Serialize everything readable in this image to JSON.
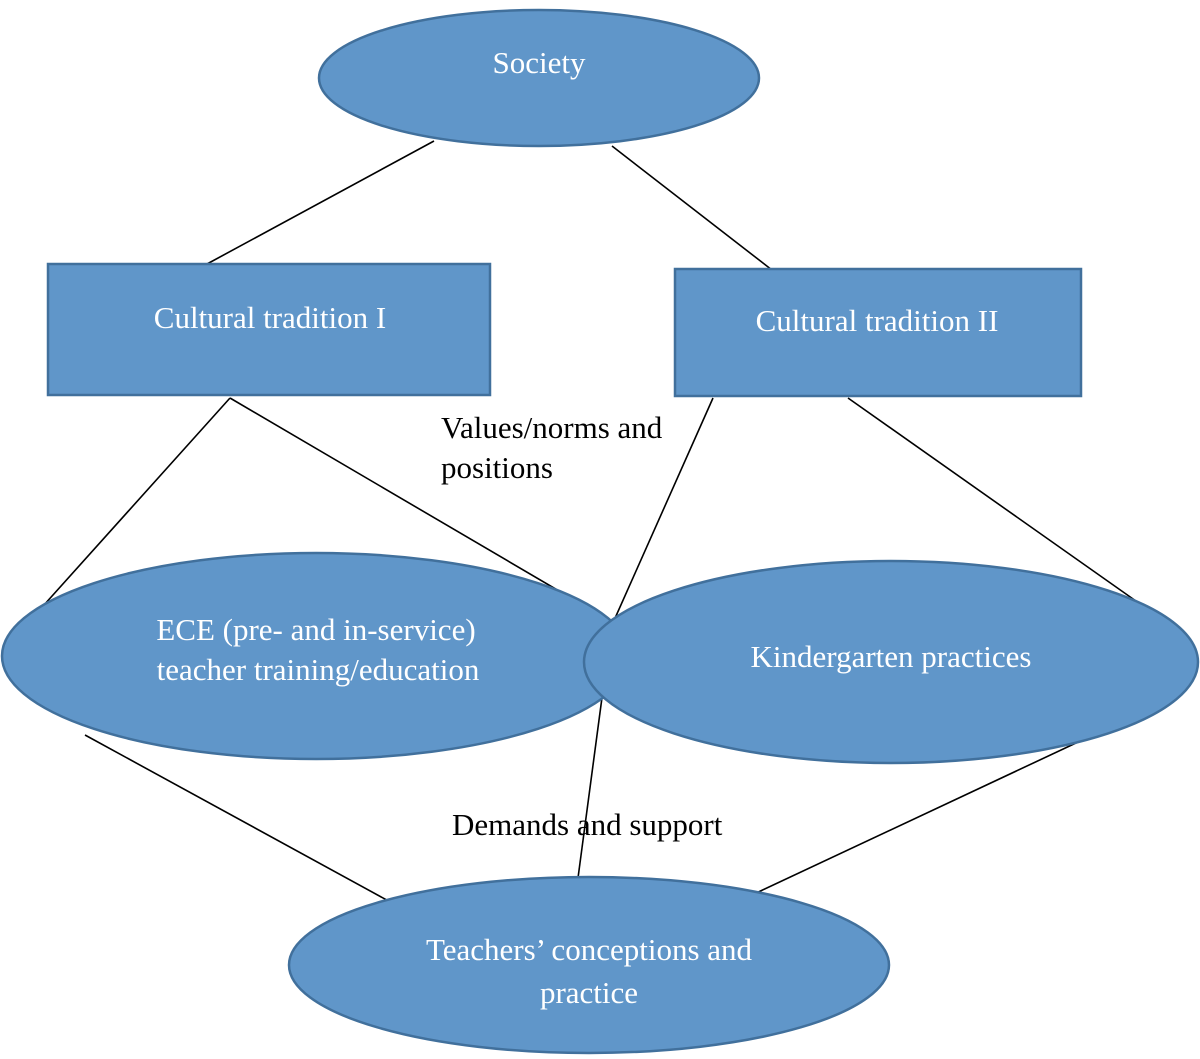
{
  "colors": {
    "node_fill": "#6096c9",
    "node_stroke": "#41709c",
    "node_text": "#ffffff",
    "line": "#000000",
    "annotation_text": "#000000"
  },
  "nodes": {
    "society": {
      "label": "Society"
    },
    "cultural_tradition_1": {
      "label": "Cultural tradition I"
    },
    "cultural_tradition_2": {
      "label": "Cultural tradition II"
    },
    "ece": {
      "line1": "ECE (pre- and in-service)",
      "line2": "teacher training/education"
    },
    "kindergarten": {
      "label": "Kindergarten practices"
    },
    "teachers": {
      "line1": "Teachers’ conceptions and",
      "line2": "practice"
    }
  },
  "annotations": {
    "values_norms": {
      "line1": "Values/norms and",
      "line2": "positions"
    },
    "demands_support": {
      "label": "Demands and support"
    }
  }
}
